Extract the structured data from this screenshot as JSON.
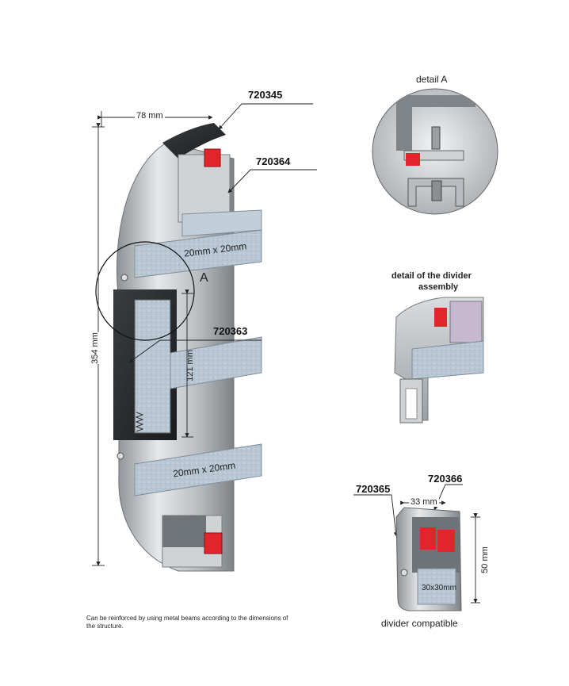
{
  "labels": {
    "part_top": "720345",
    "part_upper_side": "720364",
    "part_middle": "720363",
    "part_divider_left": "720365",
    "part_divider_right": "720366",
    "dim_width": "78 mm",
    "dim_height": "354 mm",
    "dim_inner": "121 mm",
    "dim_divider_width": "33 mm",
    "dim_divider_height": "50 mm",
    "beam_upper": "20mm x 20mm",
    "beam_lower": "20mm x 20mm",
    "beam_divider": "30x30mm",
    "detail_marker": "A",
    "detail_a_title": "detail A",
    "divider_detail_title_line1": "detail of the divider",
    "divider_detail_title_line2": "assembly",
    "divider_caption": "divider compatible",
    "footnote": "Can be reinforced by using metal beams according to the dimensions of the structure."
  }
}
